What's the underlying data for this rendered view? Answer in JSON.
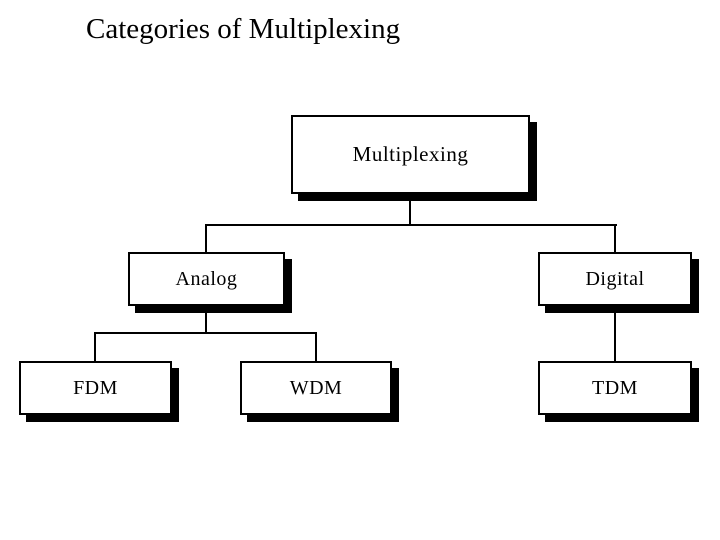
{
  "slide": {
    "title": "Categories of Multiplexing"
  },
  "diagram": {
    "type": "tree",
    "nodes": {
      "multiplexing": {
        "label": "Multiplexing"
      },
      "analog": {
        "label": "Analog"
      },
      "digital": {
        "label": "Digital"
      },
      "fdm": {
        "label": "FDM"
      },
      "wdm": {
        "label": "WDM"
      },
      "tdm": {
        "label": "TDM"
      }
    },
    "edges": [
      {
        "from": "Multiplexing",
        "to": "Analog"
      },
      {
        "from": "Multiplexing",
        "to": "Digital"
      },
      {
        "from": "Analog",
        "to": "FDM"
      },
      {
        "from": "Analog",
        "to": "WDM"
      },
      {
        "from": "Digital",
        "to": "TDM"
      }
    ]
  },
  "colors": {
    "background": "#ffffff",
    "box_fill": "#ffffff",
    "box_border": "#000000",
    "box_shadow": "#000000",
    "connector": "#000000",
    "text": "#000000"
  }
}
